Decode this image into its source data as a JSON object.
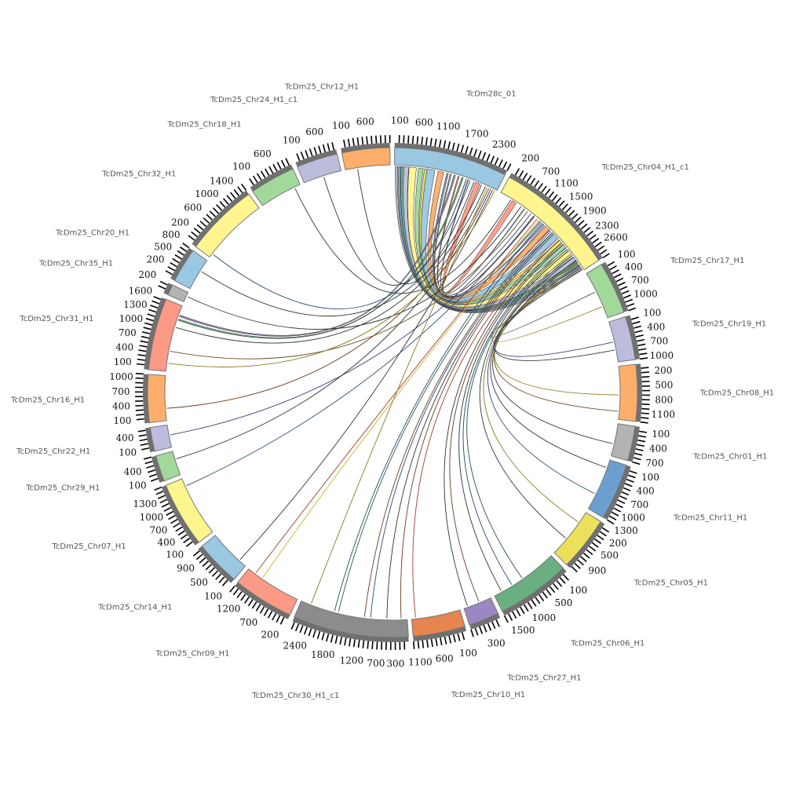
{
  "chart_data": {
    "type": "circos",
    "title": "",
    "tick_unit": 100,
    "chromosomes": [
      {
        "name": "TcDm28c_01",
        "length": 2600,
        "color": "#9ac7e2"
      },
      {
        "name": "TcDm25_Chr04_H1_c1",
        "length": 2800,
        "color": "#fff58f"
      },
      {
        "name": "TcDm25_Chr17_H1",
        "length": 1200,
        "color": "#a1d99b"
      },
      {
        "name": "TcDm25_Chr19_H1",
        "length": 1000,
        "color": "#bcbddc"
      },
      {
        "name": "TcDm25_Chr08_H1",
        "length": 1300,
        "color": "#fdae6b"
      },
      {
        "name": "TcDm25_Chr01_H1",
        "length": 800,
        "color": "#b3b3b3"
      },
      {
        "name": "TcDm25_Chr11_H1",
        "length": 1300,
        "color": "#6a9fd0"
      },
      {
        "name": "TcDm25_Chr05_H1",
        "length": 1250,
        "color": "#ebe05a"
      },
      {
        "name": "TcDm25_Chr06_H1",
        "length": 1700,
        "color": "#6aaf82"
      },
      {
        "name": "TcDm25_Chr27_H1",
        "length": 700,
        "color": "#9b88c2"
      },
      {
        "name": "TcDm25_Chr10_H1",
        "length": 1200,
        "color": "#e6854f"
      },
      {
        "name": "TcDm25_Chr30_H1_c1",
        "length": 2650,
        "color": "#8c8c8c"
      },
      {
        "name": "TcDm25_Chr09_H1",
        "length": 1400,
        "color": "#fc9a85"
      },
      {
        "name": "TcDm25_Chr14_H1",
        "length": 1050,
        "color": "#9ac7e2"
      },
      {
        "name": "TcDm25_Chr07_H1",
        "length": 1500,
        "color": "#fff58f"
      },
      {
        "name": "TcDm25_Chr29_H1",
        "length": 600,
        "color": "#a1d99b"
      },
      {
        "name": "TcDm25_Chr22_H1",
        "length": 550,
        "color": "#bcbddc"
      },
      {
        "name": "TcDm25_Chr16_H1",
        "length": 1100,
        "color": "#fdae6b"
      },
      {
        "name": "TcDm25_Chr31_H1",
        "length": 1650,
        "color": "#fc9a85"
      },
      {
        "name": "TcDm25_Chr35_H1",
        "length": 250,
        "color": "#b3b3b3"
      },
      {
        "name": "TcDm25_Chr20_H1",
        "length": 800,
        "color": "#9ac7e2"
      },
      {
        "name": "TcDm25_Chr32_H1",
        "length": 1700,
        "color": "#fff58f"
      },
      {
        "name": "TcDm25_Chr18_H1",
        "length": 1050,
        "color": "#a1d99b"
      },
      {
        "name": "TcDm25_Chr24_H1_c1",
        "length": 950,
        "color": "#bcbddc"
      },
      {
        "name": "TcDm25_Chr12_H1",
        "length": 1100,
        "color": "#fdae6b"
      }
    ],
    "ribbons": [
      {
        "from": [
          0,
          50
        ],
        "to": [
          1,
          2750
        ],
        "width": 60,
        "color": "#b3b3b3"
      },
      {
        "from": [
          0,
          130
        ],
        "to": [
          1,
          2650
        ],
        "width": 60,
        "color": "#6a9fd0"
      },
      {
        "from": [
          0,
          200
        ],
        "to": [
          1,
          2550
        ],
        "width": 70,
        "color": "#6aaf82"
      },
      {
        "from": [
          0,
          290
        ],
        "to": [
          1,
          2450
        ],
        "width": 120,
        "color": "#bcbddc"
      },
      {
        "from": [
          0,
          450
        ],
        "to": [
          1,
          2250
        ],
        "width": 180,
        "color": "#fff58f"
      },
      {
        "from": [
          0,
          650
        ],
        "to": [
          1,
          2050
        ],
        "width": 120,
        "color": "#a1d99b"
      },
      {
        "from": [
          0,
          780
        ],
        "to": [
          1,
          1900
        ],
        "width": 80,
        "color": "#ebe05a"
      },
      {
        "from": [
          0,
          900
        ],
        "to": [
          1,
          1700
        ],
        "width": 200,
        "color": "#9ac7e2"
      },
      {
        "from": [
          0,
          1150
        ],
        "to": [
          1,
          1450
        ],
        "width": 140,
        "color": "#fdae6b"
      },
      {
        "from": [
          0,
          1320
        ],
        "to": [
          1,
          1300
        ],
        "width": 40,
        "color": "#9b88c2"
      },
      {
        "from": [
          0,
          1400
        ],
        "to": [
          1,
          1200
        ],
        "width": 30,
        "color": "#6aaf82"
      },
      {
        "from": [
          0,
          1600
        ],
        "to": [
          1,
          1000
        ],
        "width": 30,
        "color": "#e6854f"
      },
      {
        "from": [
          0,
          1850
        ],
        "to": [
          1,
          700
        ],
        "width": 20,
        "color": "#6a9fd0"
      },
      {
        "from": [
          0,
          2100
        ],
        "to": [
          1,
          400
        ],
        "width": 120,
        "color": "#fc9a85"
      },
      {
        "from": [
          0,
          1500
        ],
        "to": [
          18,
          1400
        ],
        "width": 40,
        "color": "#9b88c2"
      },
      {
        "from": [
          0,
          1700
        ],
        "to": [
          18,
          1300
        ],
        "width": 40,
        "color": "#6aaf82"
      }
    ],
    "links": [
      {
        "from": [
          0,
          1800
        ],
        "to": [
          23,
          500
        ],
        "color": "#333333"
      },
      {
        "from": [
          0,
          2000
        ],
        "to": [
          24,
          300
        ],
        "color": "#333333"
      },
      {
        "from": [
          1,
          300
        ],
        "to": [
          22,
          900
        ],
        "color": "#333333"
      },
      {
        "from": [
          0,
          1900
        ],
        "to": [
          21,
          100
        ],
        "color": "#2c4a6e"
      },
      {
        "from": [
          0,
          2200
        ],
        "to": [
          20,
          500
        ],
        "color": "#333333"
      },
      {
        "from": [
          1,
          600
        ],
        "to": [
          19,
          150
        ],
        "color": "#333333"
      },
      {
        "from": [
          0,
          2300
        ],
        "to": [
          18,
          1100
        ],
        "color": "#333333"
      },
      {
        "from": [
          1,
          800
        ],
        "to": [
          18,
          500
        ],
        "color": "#6b4a1e"
      },
      {
        "from": [
          0,
          2400
        ],
        "to": [
          17,
          300
        ],
        "color": "#6b3a1e"
      },
      {
        "from": [
          1,
          900
        ],
        "to": [
          16,
          300
        ],
        "color": "#3a3a7a"
      },
      {
        "from": [
          0,
          2450
        ],
        "to": [
          15,
          400
        ],
        "color": "#333333"
      },
      {
        "from": [
          1,
          1000
        ],
        "to": [
          14,
          1300
        ],
        "color": "#2c4a6e"
      },
      {
        "from": [
          0,
          2500
        ],
        "to": [
          13,
          200
        ],
        "color": "#333333"
      },
      {
        "from": [
          1,
          1100
        ],
        "to": [
          12,
          1200
        ],
        "color": "#a33a2a"
      },
      {
        "from": [
          1,
          1150
        ],
        "to": [
          12,
          1000
        ],
        "color": "#c9b42a"
      },
      {
        "from": [
          0,
          2350
        ],
        "to": [
          11,
          2400
        ],
        "color": "#8a7a20"
      },
      {
        "from": [
          1,
          1250
        ],
        "to": [
          11,
          1800
        ],
        "color": "#2c4a6e"
      },
      {
        "from": [
          1,
          1350
        ],
        "to": [
          11,
          1700
        ],
        "color": "#2c5a4e"
      },
      {
        "from": [
          1,
          1500
        ],
        "to": [
          11,
          1050
        ],
        "color": "#6b3a1e"
      },
      {
        "from": [
          1,
          1550
        ],
        "to": [
          11,
          900
        ],
        "color": "#2c4a6e"
      },
      {
        "from": [
          1,
          1600
        ],
        "to": [
          11,
          500
        ],
        "color": "#333333"
      },
      {
        "from": [
          1,
          1650
        ],
        "to": [
          11,
          150
        ],
        "color": "#6b3a1e"
      },
      {
        "from": [
          1,
          1800
        ],
        "to": [
          10,
          1100
        ],
        "color": "#a33a2a"
      },
      {
        "from": [
          1,
          1850
        ],
        "to": [
          9,
          600
        ],
        "color": "#333333"
      },
      {
        "from": [
          1,
          1950
        ],
        "to": [
          9,
          300
        ],
        "color": "#6b3a1e"
      },
      {
        "from": [
          1,
          2000
        ],
        "to": [
          8,
          1500
        ],
        "color": "#333333"
      },
      {
        "from": [
          1,
          2100
        ],
        "to": [
          8,
          1200
        ],
        "color": "#2c4a6e"
      },
      {
        "from": [
          1,
          2150
        ],
        "to": [
          8,
          900
        ],
        "color": "#2c5a4e"
      },
      {
        "from": [
          1,
          2200
        ],
        "to": [
          7,
          800
        ],
        "color": "#333333"
      },
      {
        "from": [
          1,
          2300
        ],
        "to": [
          7,
          300
        ],
        "color": "#8a7a20"
      },
      {
        "from": [
          1,
          2350
        ],
        "to": [
          6,
          900
        ],
        "color": "#2c4a6e"
      },
      {
        "from": [
          1,
          2400
        ],
        "to": [
          6,
          200
        ],
        "color": "#333333"
      },
      {
        "from": [
          1,
          2500
        ],
        "to": [
          5,
          500
        ],
        "color": "#333333"
      },
      {
        "from": [
          1,
          2550
        ],
        "to": [
          4,
          1100
        ],
        "color": "#6b4a1e"
      },
      {
        "from": [
          1,
          2600
        ],
        "to": [
          4,
          700
        ],
        "color": "#8a7a20"
      },
      {
        "from": [
          1,
          2650
        ],
        "to": [
          3,
          700
        ],
        "color": "#333333"
      },
      {
        "from": [
          1,
          2700
        ],
        "to": [
          3,
          500
        ],
        "color": "#3a3a7a"
      },
      {
        "from": [
          1,
          2720
        ],
        "to": [
          2,
          900
        ],
        "color": "#8a7a20"
      },
      {
        "from": [
          1,
          2760
        ],
        "to": [
          2,
          500
        ],
        "color": "#555555"
      },
      {
        "from": [
          0,
          2550
        ],
        "to": [
          18,
          200
        ],
        "color": "#8a7a20"
      }
    ]
  }
}
